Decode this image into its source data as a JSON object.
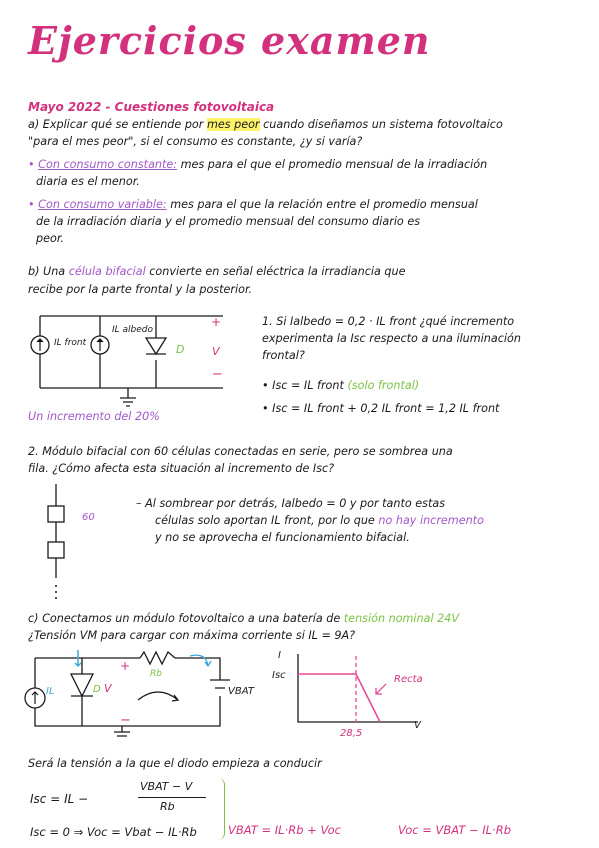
{
  "title": "Ejercicios examen",
  "section_title": "Mayo 2022 - Cuestiones fotovoltaica",
  "a": {
    "line1_pre": "a) Explicar qué se entiende por ",
    "line1_hl": "mes peor",
    "line1_post": " cuando diseñamos un sistema fotovoltaico",
    "line2": "\"para el mes peor\", si el consumo es constante, ¿y si varía?",
    "b1_label": "Con consumo constante:",
    "b1_text": " mes para el que el promedio mensual de la irradiación",
    "b1_line2": "diaria es el menor.",
    "b2_label": "Con consumo variable:",
    "b2_text": " mes para el que la relación entre el promedio mensual",
    "b2_line2": "de la irradiación diaria y el promedio mensual del consumo diario es",
    "b2_line3": "peor."
  },
  "b": {
    "line1_pre": "b) Una ",
    "line1_hl": "célula bifacial",
    "line1_post": " convierte en señal eléctrica la irradiancia que",
    "line2": "recibe por la parte frontal y la posterior.",
    "q1_line1": "1. Si  Ialbedo = 0,2 · IL front ¿qué incremento",
    "q1_line2": "experimenta la Isc respecto a una iluminación",
    "q1_line3": "frontal?",
    "ans1_pre": "Isc = IL front ",
    "ans1_note": "(solo frontal)",
    "ans2": "Isc = IL front + 0,2 IL front = 1,2 IL front",
    "increment": "Un incremento del 20%",
    "circ_labels": [
      "IL front",
      "IL albedo",
      "D",
      "+",
      "V",
      "−"
    ],
    "q2_line1": "2. Módulo bifacial con 60 células conectadas en serie, pero se sombrea una",
    "q2_line2": "fila. ¿Cómo afecta esta situación al incremento de Isc?",
    "cells_label": "60",
    "ans3_line1": "Al sombrear por detrás, Ialbedo = 0 y por tanto estas",
    "ans3_line2_pre": "células solo aportan IL front, por lo que ",
    "ans3_line2_hl": "no hay incremento",
    "ans3_line3": "y no se aprovecha el funcionamiento bifacial."
  },
  "c": {
    "line1_pre": "c) Conectamos un módulo fotovoltaico a una batería de ",
    "line1_hl": "tensión nominal 24V",
    "line2": "¿Tensión VM para cargar con máxima corriente si IL = 9A?",
    "circ_labels": [
      "IL",
      "D",
      "V",
      "+",
      "−",
      "Rb",
      "VBAT"
    ],
    "graph_labels": [
      "I",
      "Isc",
      "V",
      "28,5",
      "Recta"
    ],
    "line3": "Será la tensión a la que el diodo empieza a conducir",
    "eq1_lhs": "Isc = IL −",
    "eq1_num": "VBAT − V",
    "eq1_den": "Rb",
    "eq2": "Isc = 0  ⇒  Voc = Vbat − IL·Rb",
    "eq3": "VBAT = IL·Rb + Voc",
    "eq4": "Voc = VBAT − IL·Rb"
  }
}
